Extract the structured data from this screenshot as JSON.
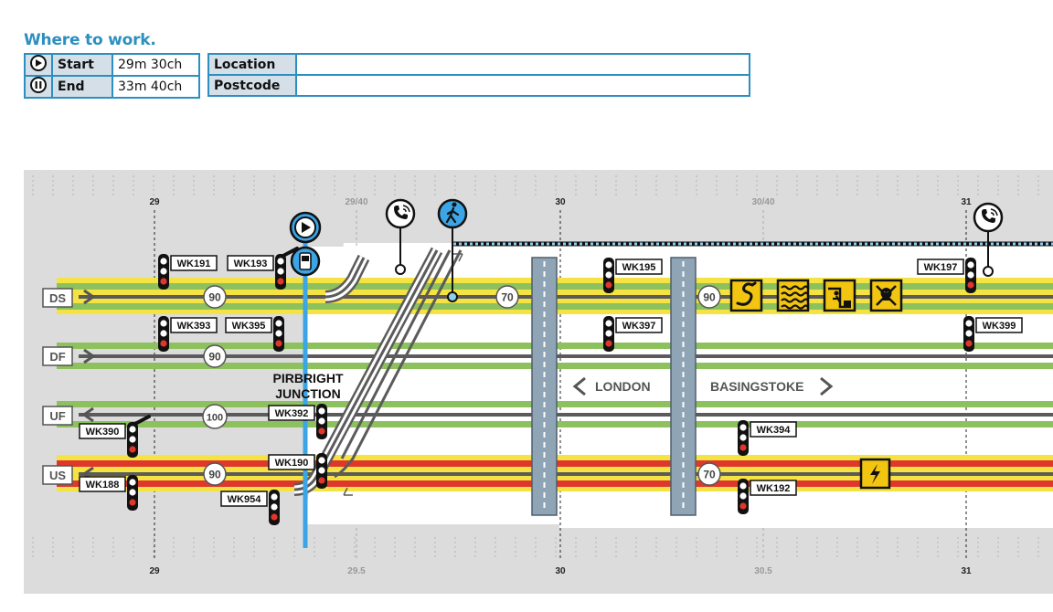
{
  "heading": "Where to work.",
  "work_table": {
    "start_label": "Start",
    "start_value": "29m 30ch",
    "end_label": "End",
    "end_value": "33m 40ch",
    "location_label": "Location",
    "location_value": "",
    "postcode_label": "Postcode",
    "postcode_value": ""
  },
  "mileposts_top": [
    "29",
    "29/40",
    "30",
    "30/40",
    "31"
  ],
  "mileposts_bottom": [
    "29",
    "29.5",
    "30",
    "30.5",
    "31"
  ],
  "lines": [
    "DS",
    "DF",
    "UF",
    "US"
  ],
  "speeds": [
    "90",
    "70",
    "90",
    "90",
    "100",
    "90",
    "70"
  ],
  "signals": [
    "WK191",
    "WK193",
    "WK195",
    "WK197",
    "WK393",
    "WK395",
    "WK397",
    "WK399",
    "WK390",
    "WK392",
    "WK394",
    "WK190",
    "WK188",
    "WK954",
    "WK192"
  ],
  "junction_name": [
    "PIRBRIGHT",
    "JUNCTION"
  ],
  "direction_left": "LONDON",
  "direction_right": "BASINGSTOKE",
  "colors": {
    "accent": "#2c8fbf",
    "green_band": "#8dc15d",
    "yellow_band": "#f4e342",
    "red_band": "#e0372c",
    "track": "#5b5b5b",
    "hazard_yellow": "#f2c511"
  },
  "icons": [
    "play-icon",
    "pause-icon",
    "telephone-icon",
    "pedestrian-icon",
    "snake-hazard-icon",
    "water-hazard-icon",
    "fall-hazard-icon",
    "toxic-hazard-icon",
    "electric-hazard-icon"
  ]
}
